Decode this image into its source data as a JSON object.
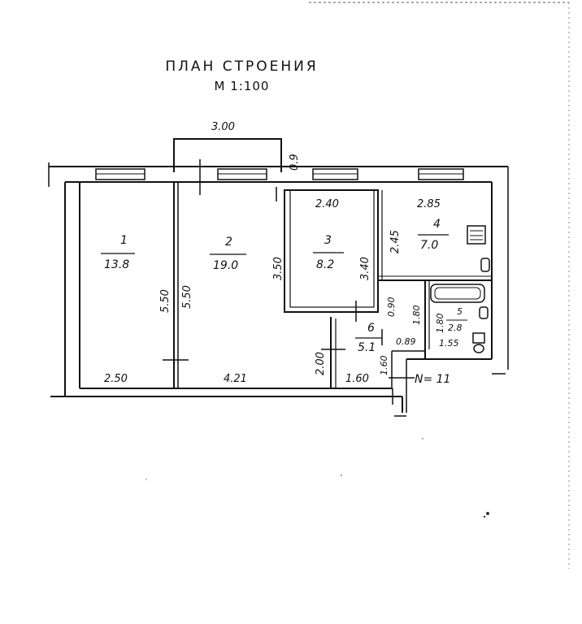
{
  "title": "ПЛАН СТРОЕНИЯ",
  "scale": "М 1:100",
  "rooms": [
    {
      "number": "1",
      "area": "13.8"
    },
    {
      "number": "2",
      "area": "19.0"
    },
    {
      "number": "3",
      "area": "8.2"
    },
    {
      "number": "4",
      "area": "7.0"
    },
    {
      "number": "5",
      "area": "2.8"
    },
    {
      "number": "6",
      "area": "5.1"
    }
  ],
  "dimensions": {
    "balcony_width": "3.00",
    "balcony_depth": "0.9",
    "room1_height": "5.50",
    "room2_height": "5.50",
    "room1_width": "2.50",
    "room2_width": "4.21",
    "room2_right_height": "3.50",
    "room3_width": "2.40",
    "room3_height": "3.40",
    "room4_width": "2.85",
    "room4_height": "2.45",
    "hall_width_top": "0.90",
    "hall_height": "1.80",
    "hall_lower_height": "2.00",
    "hall_width_bottom": "1.60",
    "hall_right_height": "1.60",
    "bath_height": "1.80",
    "bath_width_top": "0.89",
    "bath_width": "1.55"
  },
  "apartment_number": "N= 11"
}
